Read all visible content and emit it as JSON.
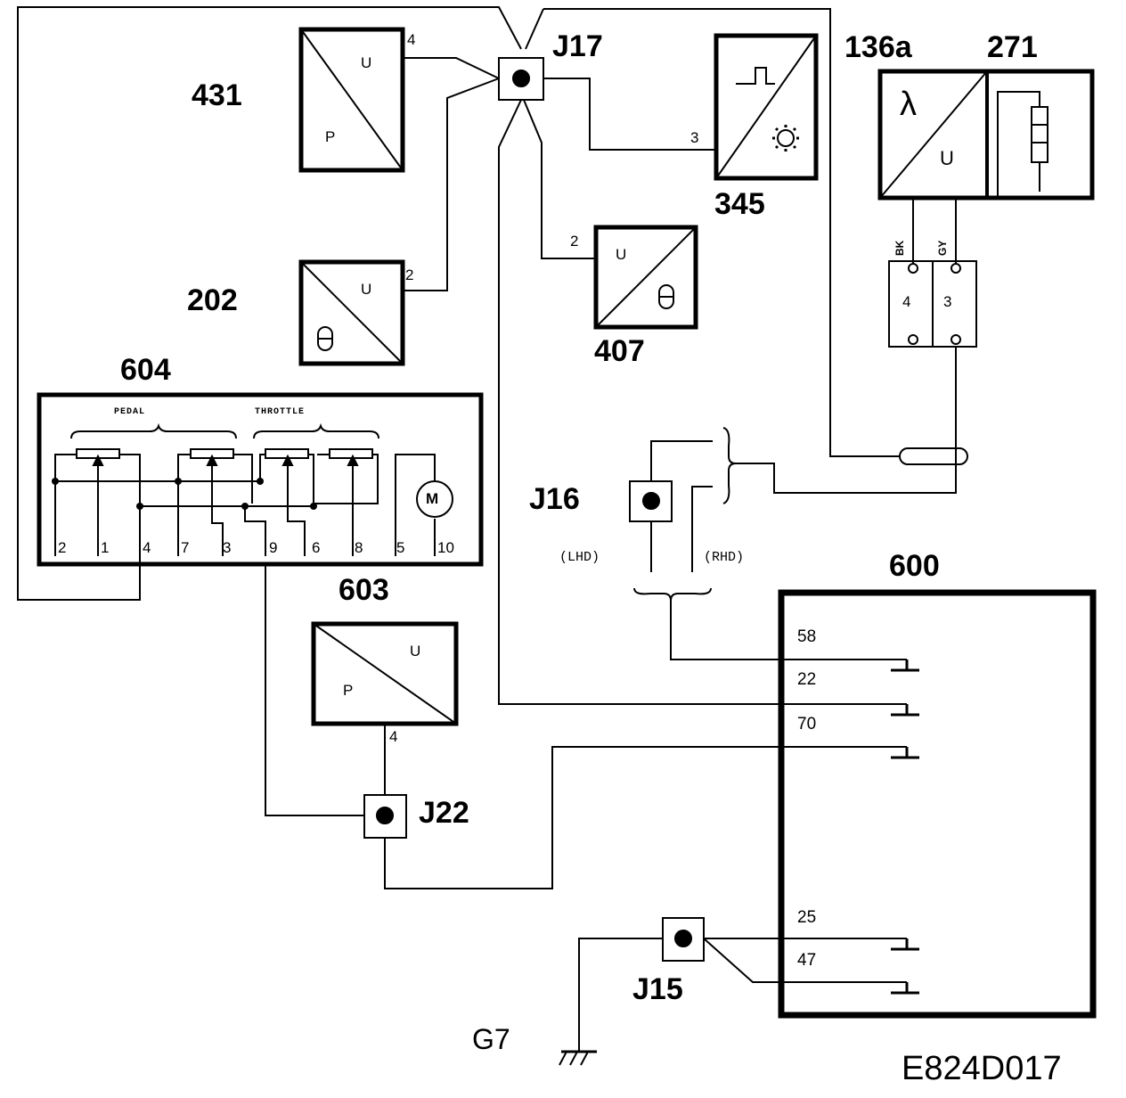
{
  "diagram": {
    "drawing_code": "E824D017",
    "components": {
      "c431": {
        "id": "431",
        "sym_top": "U",
        "sym_bottom": "P",
        "pin": "4"
      },
      "c202": {
        "id": "202",
        "sym_top": "U",
        "pin": "2"
      },
      "c345": {
        "id": "345",
        "pin": "3"
      },
      "c407": {
        "id": "407",
        "sym_top": "U",
        "pin": "2"
      },
      "c136a": {
        "id": "136a",
        "sym_lambda": "λ",
        "sym_u": "U"
      },
      "c271": {
        "id": "271"
      },
      "c603": {
        "id": "603",
        "sym_top": "U",
        "sym_bottom": "P",
        "pin": "4"
      },
      "c604": {
        "id": "604",
        "pedal_label": "PEDAL",
        "throttle_label": "THROTTLE",
        "motor_label": "M",
        "pins": [
          "2",
          "1",
          "4",
          "7",
          "3",
          "9",
          "6",
          "8",
          "5",
          "10"
        ]
      },
      "c600": {
        "id": "600",
        "pins": [
          "58",
          "22",
          "70",
          "25",
          "47"
        ]
      }
    },
    "connector": {
      "wire_colors": [
        "BK",
        "GY"
      ],
      "pins": [
        "4",
        "3"
      ]
    },
    "junctions": {
      "j17": "J17",
      "j16": "J16",
      "j22": "J22",
      "j15": "J15"
    },
    "variants": {
      "lhd": "(LHD)",
      "rhd": "(RHD)"
    },
    "ground": "G7"
  }
}
